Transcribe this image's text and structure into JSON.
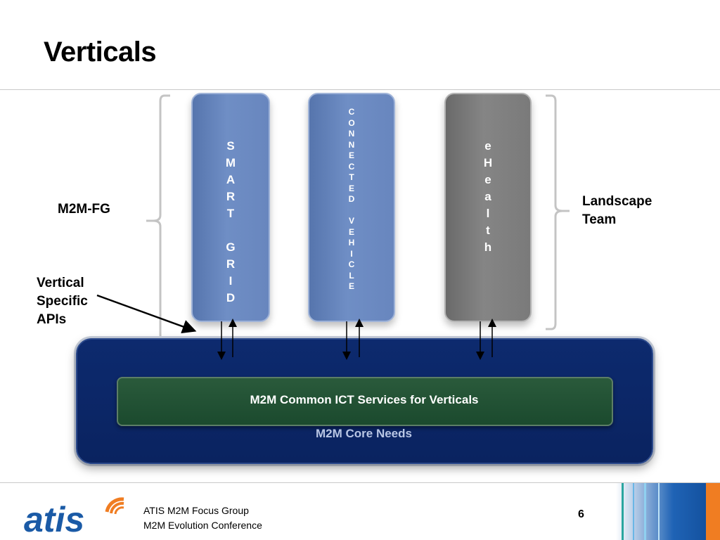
{
  "slide": {
    "title": "Verticals"
  },
  "pillars": [
    {
      "name": "smart-grid",
      "chars": [
        "S",
        "M",
        "A",
        "R",
        "T",
        "",
        "G",
        "R",
        "I",
        "D"
      ]
    },
    {
      "name": "connected-vehicle",
      "chars": [
        "C",
        "O",
        "N",
        "N",
        "E",
        "C",
        "T",
        "E",
        "D",
        "",
        "V",
        "E",
        "H",
        "I",
        "C",
        "L",
        "E"
      ]
    },
    {
      "name": "ehealth",
      "chars": [
        "e",
        "H",
        "e",
        "a",
        "l",
        "t",
        "h"
      ]
    }
  ],
  "labels": {
    "m2m_fg": "M2M-FG",
    "landscape_team_line1": "Landscape",
    "landscape_team_line2": "Team",
    "vertical_apis_line1": "Vertical",
    "vertical_apis_line2": "Specific",
    "vertical_apis_line3": "APIs"
  },
  "core": {
    "services_label": "M2M Common ICT Services for Verticals",
    "core_label": "M2M Core Needs"
  },
  "footer": {
    "org_line1": "ATIS M2M Focus Group",
    "org_line2": "M2M Evolution Conference",
    "page_number": "6",
    "logo_text": "atis"
  },
  "colors": {
    "pillar_blue": "#6886be",
    "pillar_grey": "#7a7a7a",
    "core_navy": "#0a2360",
    "services_green": "#1b4a2e",
    "logo_blue": "#1a5aa6",
    "logo_orange": "#f07d22"
  }
}
